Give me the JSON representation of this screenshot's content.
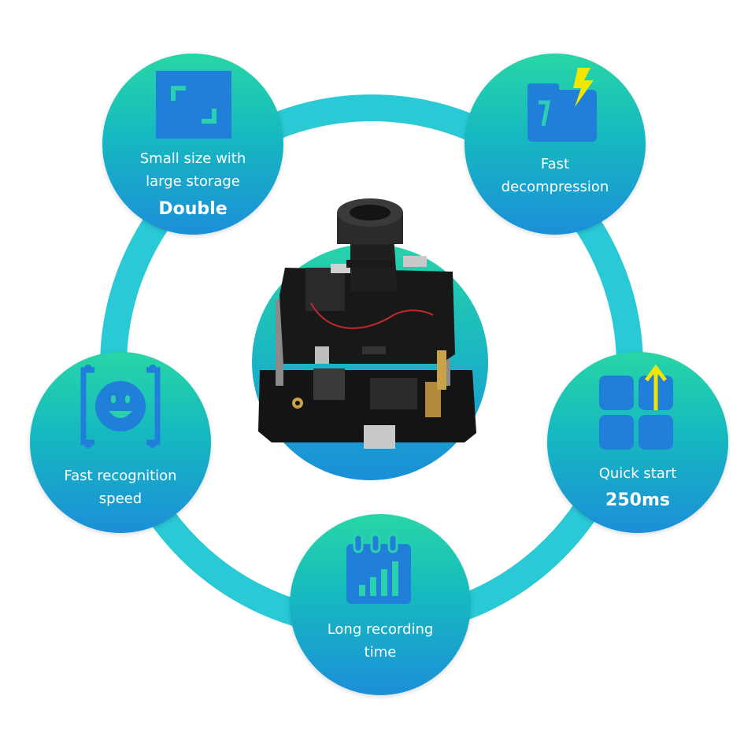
{
  "features": [
    {
      "id": "storage",
      "line1": "Small size with",
      "line2": "large storage",
      "highlight": "Double",
      "icon": "resize-icon"
    },
    {
      "id": "decompression",
      "line1": "Fast",
      "line2": "decompression",
      "highlight": "",
      "icon": "folder-lightning-icon"
    },
    {
      "id": "recognition",
      "line1": "Fast recognition",
      "line2": "speed",
      "highlight": "",
      "icon": "face-scan-icon"
    },
    {
      "id": "quickstart",
      "line1": "Quick start",
      "line2": "",
      "highlight": "250ms",
      "icon": "app-grid-arrow-icon"
    },
    {
      "id": "recording",
      "line1": "Long recording",
      "line2": "time",
      "highlight": "",
      "icon": "calendar-chart-icon"
    }
  ],
  "product": {
    "image": "camera-board-module"
  },
  "colors": {
    "ring": "#2cc8d8",
    "icon_blue": "#1f7fd9",
    "bolt_yellow": "#f2e600",
    "text": "#ffffff"
  }
}
